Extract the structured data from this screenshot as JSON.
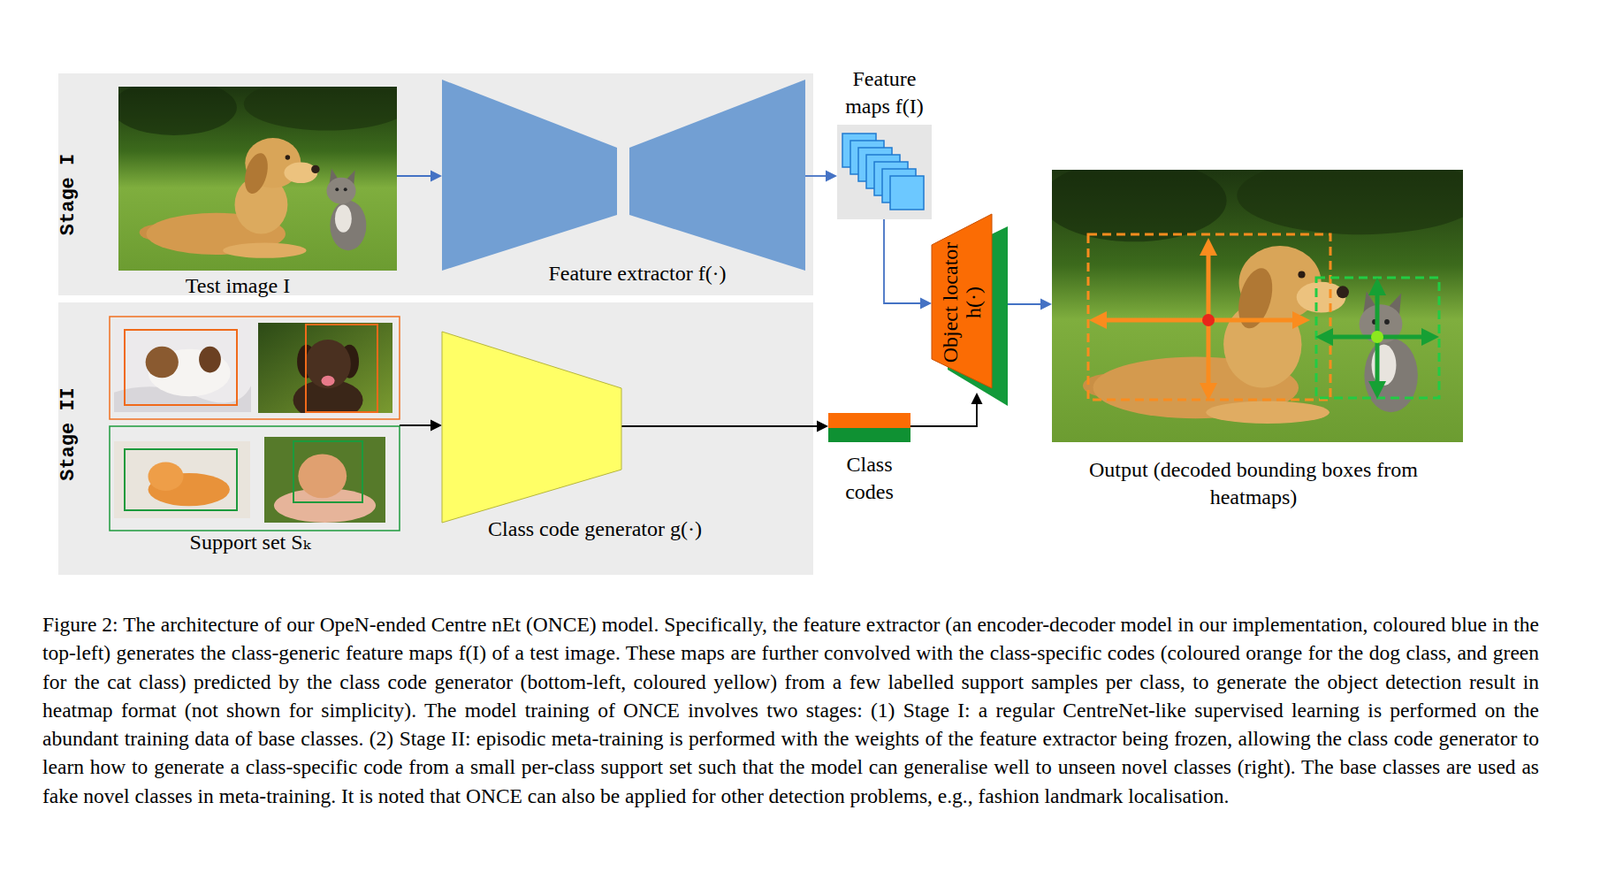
{
  "diagram": {
    "caption": "Figure 2: The architecture of our OpeN-ended Centre nEt (ONCE) model. Specifically, the feature extractor (an encoder-decoder model in our implementation, coloured blue in the top-left) generates the class-generic feature maps f(I) of a test image. These maps are further convolved with the class-specific codes (coloured orange for the dog class, and green for the cat class) predicted by the class code generator (bottom-left, coloured yellow) from a few labelled support samples per class, to generate the object detection result in heatmap format (not shown for simplicity). The model training of ONCE involves two stages: (1) Stage I: a regular CentreNet-like supervised learning is performed on the abundant training data of base classes. (2) Stage II: episodic meta-training is performed with the weights of the feature extractor being frozen, allowing the class code generator to learn how to generate a class-specific code from a small per-class support set such that the model can generalise well to unseen novel classes (right). The base classes are used as fake novel classes in meta-training. It is noted that ONCE can also be applied for other detection problems, e.g., fashion landmark localisation.",
    "nodes": [
      {
        "text": [
          "Stage I"
        ]
      },
      {
        "text": [
          "Test image I"
        ],
        "in": 0
      },
      {
        "text": [
          "Feature extractor f(·)"
        ],
        "in": 0
      },
      {
        "text": [
          "Feature maps f(I)"
        ]
      },
      {
        "text": [
          "Object locator h(·)"
        ]
      },
      {
        "text": [
          "Output (decoded bounding boxes from heatmaps)"
        ]
      },
      {
        "text": [
          "Stage II"
        ]
      },
      {
        "text": [
          "Support set Sₖ"
        ],
        "in": 6
      },
      {
        "text": [
          "Class code generator g(·)"
        ],
        "in": 6
      },
      {
        "text": [
          "Class codes"
        ]
      }
    ],
    "edges": [
      {
        "from": 1,
        "to": 2,
        "arrow": "to"
      },
      {
        "from": 2,
        "to": 3,
        "arrow": "to"
      },
      {
        "from": 3,
        "to": 4,
        "arrow": "to"
      },
      {
        "from": 4,
        "to": 5,
        "arrow": "to"
      },
      {
        "from": 7,
        "to": 8,
        "arrow": "to"
      },
      {
        "from": 8,
        "to": 9,
        "arrow": "to"
      },
      {
        "from": 9,
        "to": 4,
        "arrow": "to"
      }
    ]
  }
}
